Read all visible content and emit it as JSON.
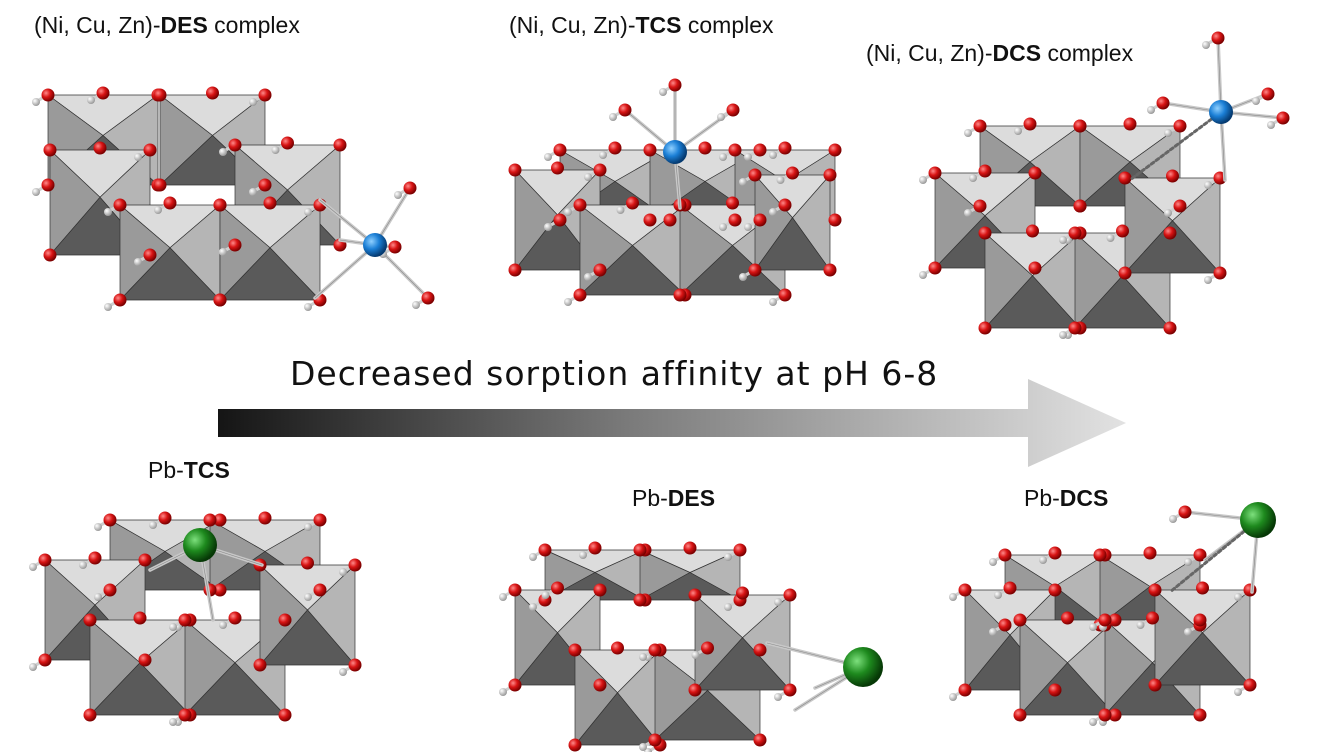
{
  "top_labels": [
    {
      "prefix": "(Ni, Cu, Zn)-",
      "bold": "DES",
      "suffix": " complex"
    },
    {
      "prefix": "(Ni, Cu, Zn)-",
      "bold": "TCS",
      "suffix": " complex"
    },
    {
      "prefix": "(Ni, Cu, Zn)-",
      "bold": "DCS",
      "suffix": " complex"
    }
  ],
  "bottom_labels": [
    {
      "prefix": "Pb-",
      "bold": "TCS",
      "suffix": ""
    },
    {
      "prefix": "Pb-",
      "bold": "DES",
      "suffix": ""
    },
    {
      "prefix": "Pb-",
      "bold": "DCS",
      "suffix": ""
    }
  ],
  "arrow_text": "Decreased sorption affinity at pH 6-8",
  "colors": {
    "oxygen": "#d81414",
    "hydrogen": "#e8e8e8",
    "metal_blue": "#1b7fd6",
    "lead_green": "#1e8a1e",
    "octahedron_light": "#dcdcdc",
    "octahedron_mid": "#9a9a9a",
    "octahedron_dark": "#5a5a5a",
    "arrow_dark": "#1a1a1a",
    "arrow_light": "#dedede"
  }
}
